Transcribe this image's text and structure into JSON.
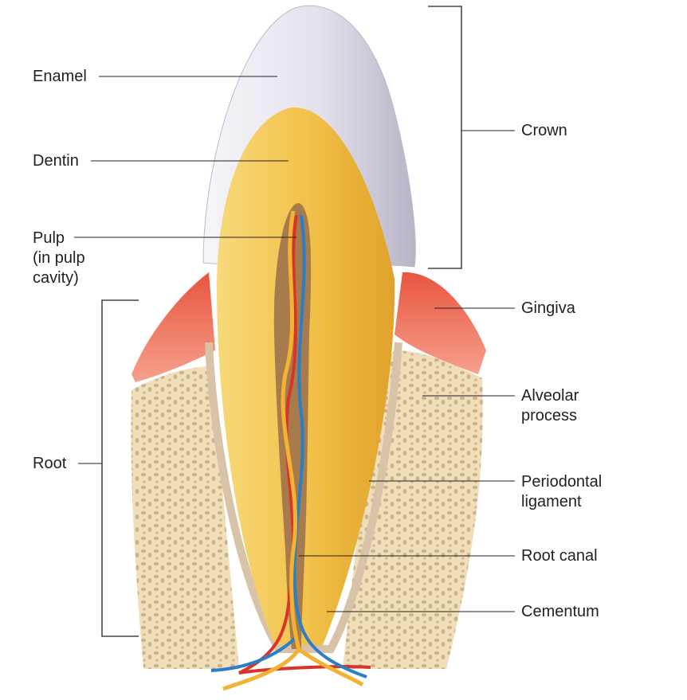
{
  "labels": {
    "enamel": "Enamel",
    "dentin": "Dentin",
    "pulp": [
      "Pulp",
      "(in pulp",
      "cavity)"
    ],
    "root": "Root",
    "crown": "Crown",
    "gingiva": "Gingiva",
    "alveolar": [
      "Alveolar",
      "process"
    ],
    "periodontal": [
      "Periodontal",
      "ligament"
    ],
    "root_canal": "Root canal",
    "cementum": "Cementum"
  },
  "colors": {
    "enamel": "#eceaf2",
    "dentin": "#f2c24a",
    "pulp": "#a77b4c",
    "gingiva": "#ee8a76",
    "bone": "#eedcb6",
    "artery": "#d8342a",
    "vein": "#2a7fc7",
    "nerve": "#f4b232"
  }
}
